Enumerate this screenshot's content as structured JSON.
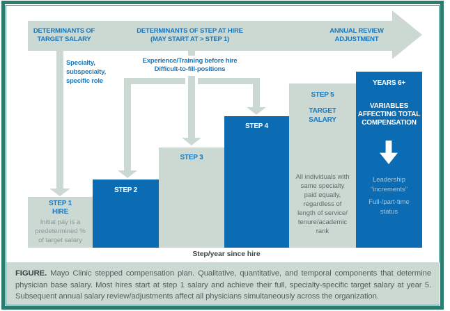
{
  "colors": {
    "teal_border": "#2b7c6e",
    "sage": "#ccd9d3",
    "blue": "#0b6cb3",
    "blue_text": "#1878bd",
    "pale_blue": "#9fc8e4"
  },
  "top_arrow": {
    "label_target": "DETERMINANTS OF\nTARGET SALARY",
    "label_step_at_hire": "DETERMINANTS OF STEP AT HIRE\n(MAY START AT > STEP 1)",
    "label_annual": "ANNUAL REVIEW\nADJUSTMENT"
  },
  "annotations": {
    "specialty": "Specialty,\nsubspecialty,\nspecific role",
    "experience": "Experience/Training before hire\nDifficult-to-fill-positions"
  },
  "steps": [
    {
      "title": "STEP 1",
      "subtitle": "HIRE",
      "body": "Initial pay is a\npredetermined %\nof target salary"
    },
    {
      "title": "STEP 2"
    },
    {
      "title": "STEP 3"
    },
    {
      "title": "STEP 4"
    },
    {
      "title": "STEP 5",
      "subtitle": "TARGET\nSALARY",
      "body": "All individuals with\nsame specialty\npaid equally,\nregardless of\nlength of service/\ntenure/academic\nrank"
    },
    {
      "title": "YEARS 6+",
      "subtitle": "VARIABLES\nAFFECTING TOTAL\nCOMPENSATION",
      "body": "Leadership\n“increments”",
      "body2": "Full-/part-time\nstatus"
    }
  ],
  "axis_label": "Step/year since hire",
  "caption": {
    "label": "FIGURE.",
    "text": " Mayo Clinic stepped compensation plan. Qualitative, quantitative, and temporal components that determine physician base salary. Most hires start at step 1 salary and achieve their full, specialty-specific target salary at year 5. Subsequent annual salary review/adjustments affect all physicians simultaneously across the organization."
  }
}
